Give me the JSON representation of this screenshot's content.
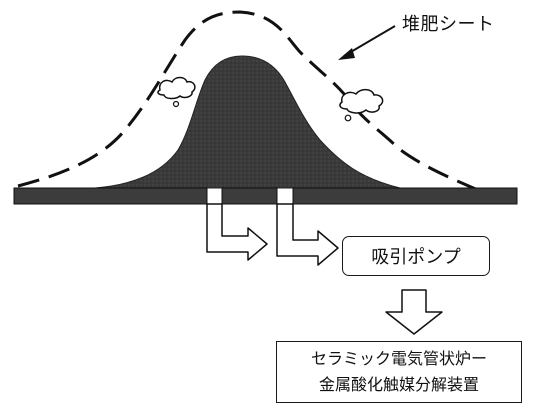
{
  "labels": {
    "compost_sheet": "堆肥シート",
    "suction_pump": "吸引ポンプ",
    "device_line1": "セラミック電気管状炉ー",
    "device_line2": "金属酸化触媒分解装置"
  },
  "colors": {
    "compost_pile": "#3a3a3a",
    "base_plate": "#3c3c3c",
    "outline": "#111111",
    "background": "#ffffff"
  },
  "icons": {
    "sheet_pointer": "arrow-icon",
    "flow_arrows": "block-arrow-icon",
    "condensation": "cloud-icon"
  }
}
